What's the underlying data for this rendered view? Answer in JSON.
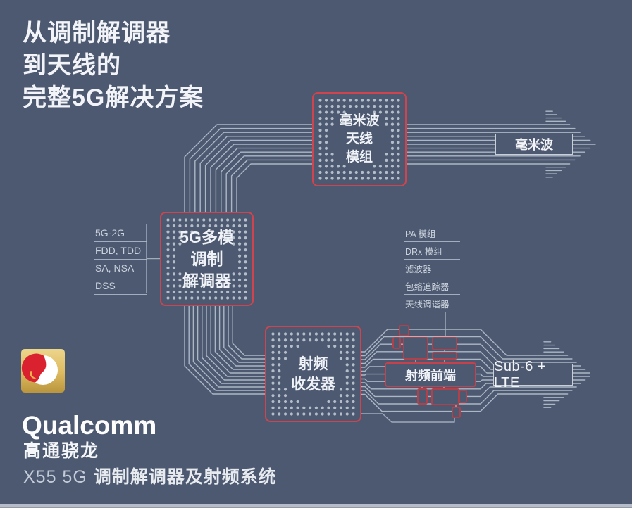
{
  "title": {
    "lines": [
      "从调制解调器",
      "到天线的",
      "完整5G解决方案"
    ]
  },
  "chips": {
    "mmwave_antenna_module": {
      "lines": [
        "毫米波",
        "天线",
        "模组"
      ]
    },
    "modem": {
      "lines": [
        "5G多模",
        "调制",
        "解调器"
      ]
    },
    "rf_transceiver": {
      "lines": [
        "射频",
        "收发器"
      ]
    },
    "rf_front_end": {
      "label": "射频前端"
    }
  },
  "modem_inputs": [
    "5G-2G",
    "FDD, TDD",
    "SA, NSA",
    "DSS"
  ],
  "rf_components": [
    "PA 模组",
    "DRx 模组",
    "滤波器",
    "包络追踪器",
    "天线调谐器"
  ],
  "outputs": {
    "mmwave": "毫米波",
    "sub6": "Sub-6 + LTE"
  },
  "branding": {
    "wordmark": "Qualcomm",
    "brand_cn": "高通骁龙",
    "product_name": "X55 5G",
    "product_suffix": "调制解调器及射频系统",
    "logo_icon": "snapdragon-flame-icon"
  },
  "colors": {
    "background": "#4d5970",
    "accent_red": "#cf444e",
    "trace": "#b7c1cf",
    "gold": "#dfbc62",
    "text": "#f2f4f8",
    "muted_text": "#cad2de"
  }
}
